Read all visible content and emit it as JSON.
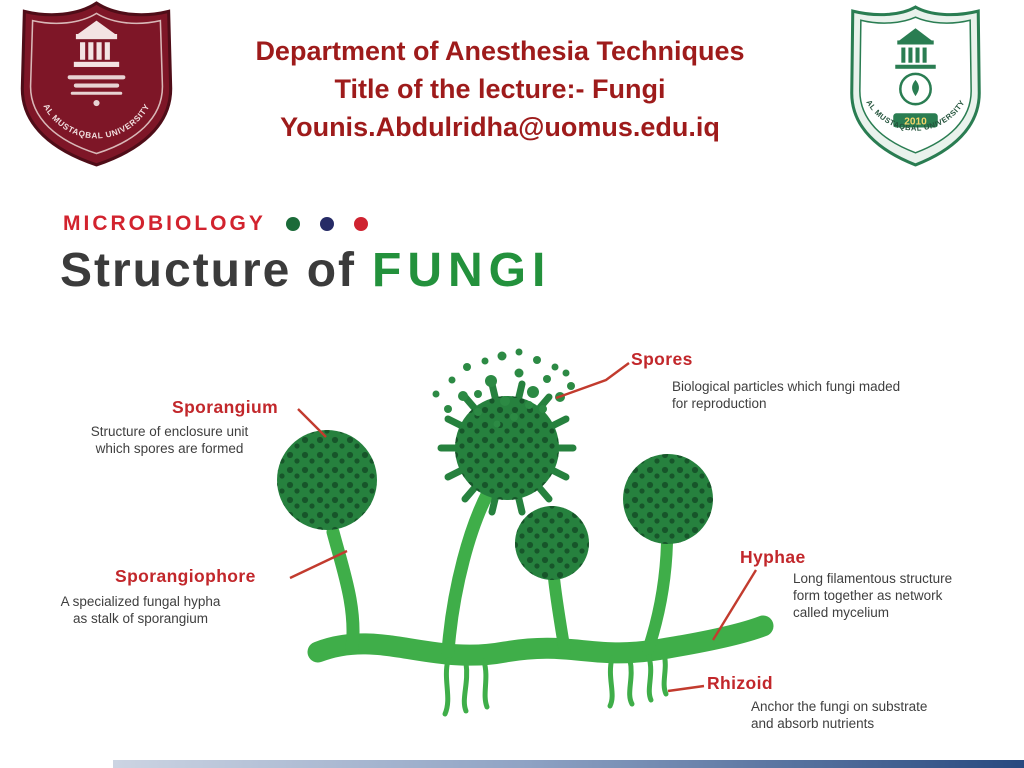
{
  "slide": {
    "header": {
      "line1": "Department of Anesthesia Techniques",
      "line2": "Title of the lecture:- Fungi",
      "line3": "Younis.Abdulridha@uomus.edu.iq",
      "text_color": "#9e1b1b"
    },
    "logo_left": {
      "university": "AL MUSTAQBAL UNIVERSITY"
    },
    "logo_right": {
      "university": "AL MUSTAQBAL UNIVERSITY",
      "year": "2010"
    }
  },
  "figure": {
    "kicker": "MICROBIOLOGY",
    "kicker_dot_colors": [
      "#1b6b39",
      "#262b66",
      "#cf2330"
    ],
    "title_prefix": "Structure of",
    "title_highlight": "FUNGI",
    "title_highlight_color": "#23913c",
    "labels": [
      {
        "id": "spores",
        "name": "Spores",
        "description": "Biological particles which fungi maded\nfor reproduction"
      },
      {
        "id": "sporangium",
        "name": "Sporangium",
        "description": "Structure of enclosure unit\nwhich spores are formed"
      },
      {
        "id": "sporangiophore",
        "name": "Sporangiophore",
        "description": "A specialized fungal hypha\nas stalk of sporangium"
      },
      {
        "id": "hyphae",
        "name": "Hyphae",
        "description": "Long filamentous structure\nform together as network\ncalled mycelium"
      },
      {
        "id": "rhizoid",
        "name": "Rhizoid",
        "description": "Anchor the fungi on substrate\nand absorb nutrients"
      }
    ],
    "colors": {
      "label_red": "#c2272b",
      "callout_line": "#c23b2e",
      "description_text": "#3f3f3f",
      "fungus_body_green": "#3fae49",
      "sporangium_green": "#26813e",
      "spore_dot_green": "#2c8a44"
    }
  },
  "footer": {
    "gradient": [
      "#ccd4e2",
      "#27497f"
    ]
  }
}
